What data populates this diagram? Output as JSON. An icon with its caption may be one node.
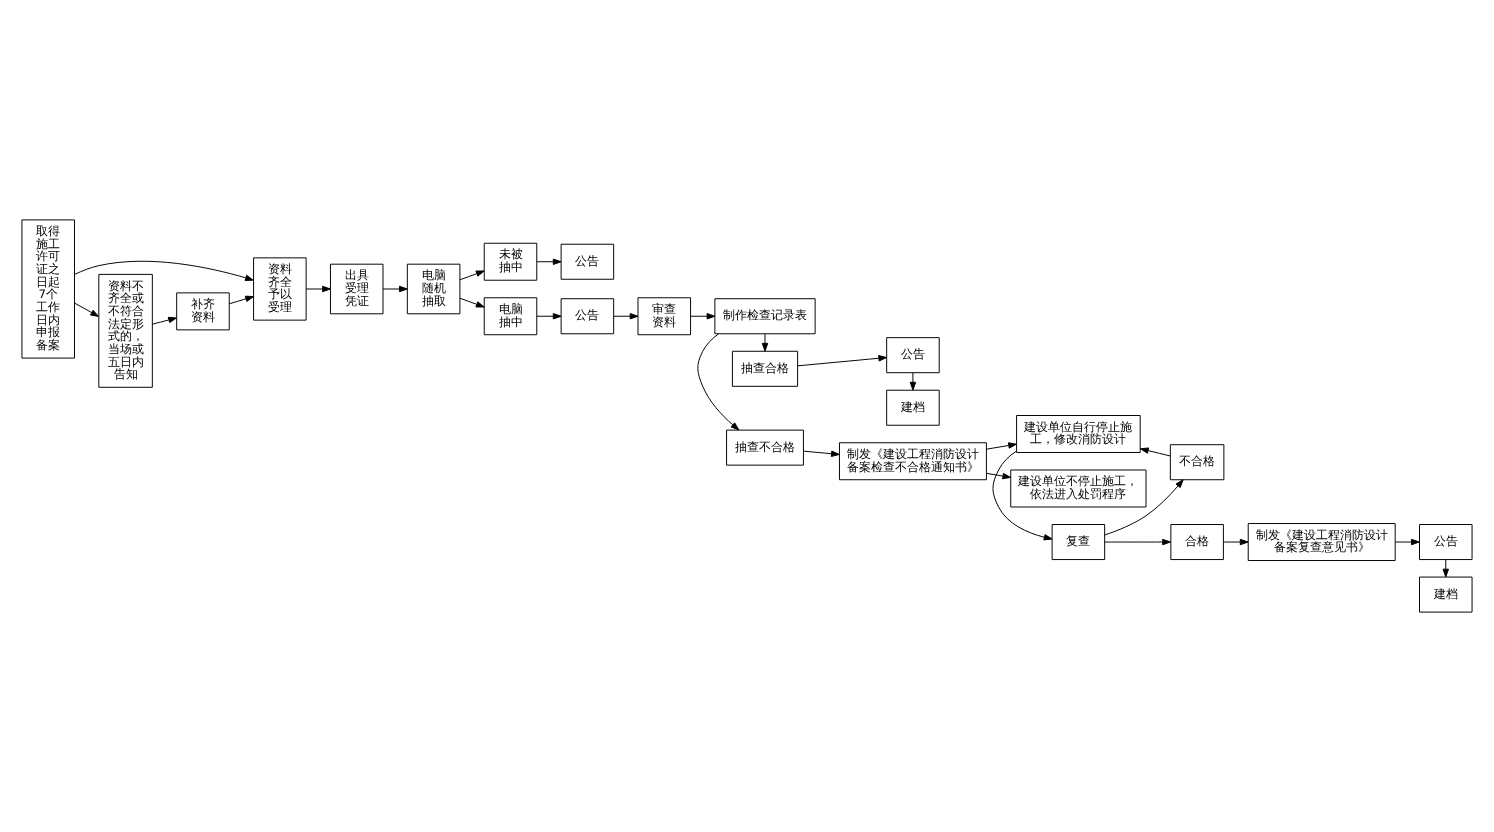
{
  "diagram": {
    "nodes": [
      {
        "text": [
          "取得施工许可证之日起7个工作日内申报备案"
        ]
      },
      {
        "text": [
          "资料齐全予以受理"
        ]
      },
      {
        "text": [
          "出具受理凭证"
        ]
      },
      {
        "text": [
          "电脑随机抽取"
        ]
      },
      {
        "text": [
          "未被抽中"
        ]
      },
      {
        "text": [
          "公告"
        ]
      },
      {
        "text": [
          "电脑抽中"
        ]
      },
      {
        "text": [
          "公告"
        ]
      },
      {
        "text": [
          "审查资料"
        ]
      },
      {
        "text": [
          "制作检查记录表"
        ]
      },
      {
        "text": [
          "抽查不合格"
        ]
      },
      {
        "text": [
          "抽查合格"
        ]
      },
      {
        "text": [
          "资料不齐全或不符合法定形式的，当场或五日内告知"
        ]
      },
      {
        "text": [
          "补齐资料"
        ]
      },
      {
        "text": [
          "建设单位不停止施工，依法进入处罚程序"
        ]
      },
      {
        "text": [
          "制发《建设工程消防设计备案检查不合格通知书》"
        ]
      },
      {
        "text": [
          "公告"
        ]
      },
      {
        "text": [
          "建档"
        ]
      },
      {
        "text": [
          "建设单位自行停止施工，修改消防设计"
        ]
      },
      {
        "text": [
          "建档"
        ]
      },
      {
        "text": [
          "公告"
        ]
      },
      {
        "text": [
          "制发《建设工程消防设计备案复查意见书》"
        ]
      },
      {
        "text": [
          "合格"
        ]
      },
      {
        "text": [
          "复查"
        ]
      },
      {
        "text": [
          "不合格"
        ]
      }
    ],
    "edges": [
      {
        "from": 0,
        "to": 1,
        "arrow": "to"
      },
      {
        "from": 0,
        "to": 12,
        "arrow": "to"
      },
      {
        "from": 1,
        "to": 2,
        "arrow": "to"
      },
      {
        "from": 2,
        "to": 3,
        "arrow": "to"
      },
      {
        "from": 3,
        "to": 4,
        "arrow": "to"
      },
      {
        "from": 3,
        "to": 6,
        "arrow": "to"
      },
      {
        "from": 4,
        "to": 5,
        "arrow": "to"
      },
      {
        "from": 6,
        "to": 7,
        "arrow": "to"
      },
      {
        "from": 7,
        "to": 8,
        "arrow": "to"
      },
      {
        "from": 8,
        "to": 9,
        "arrow": "to"
      },
      {
        "from": 9,
        "to": 10,
        "arrow": "to"
      },
      {
        "from": 9,
        "to": 11,
        "arrow": "to"
      },
      {
        "from": 12,
        "to": 13,
        "arrow": "to"
      },
      {
        "from": 13,
        "to": 1,
        "arrow": "to"
      },
      {
        "from": 10,
        "to": 15,
        "arrow": "to"
      },
      {
        "from": 15,
        "to": 14,
        "arrow": "to"
      },
      {
        "from": 15,
        "to": 18,
        "arrow": "to"
      },
      {
        "from": 11,
        "to": 16,
        "arrow": "to"
      },
      {
        "from": 16,
        "to": 17,
        "arrow": "to"
      },
      {
        "from": 18,
        "to": 23,
        "arrow": "to"
      },
      {
        "from": 23,
        "to": 22,
        "arrow": "to"
      },
      {
        "from": 23,
        "to": 24,
        "arrow": "to"
      },
      {
        "from": 24,
        "to": 18,
        "arrow": "to"
      },
      {
        "from": 22,
        "to": 21,
        "arrow": "to"
      },
      {
        "from": 21,
        "to": 20,
        "arrow": "to"
      },
      {
        "from": 20,
        "to": 19,
        "arrow": "to"
      }
    ]
  }
}
